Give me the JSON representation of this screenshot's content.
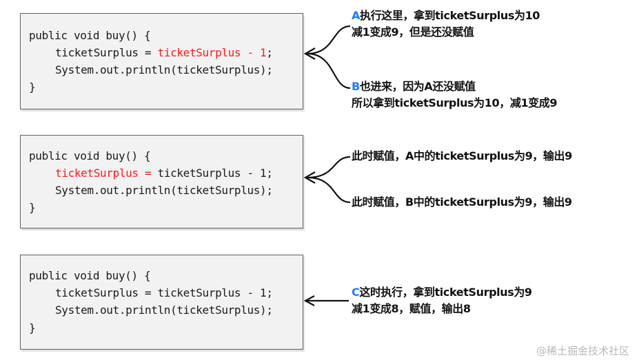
{
  "box1": {
    "line1": "public void buy() {",
    "line2_a": "ticketSurplus = ",
    "line2_b": "ticketSurplus - 1",
    "line2_c": ";",
    "line3": "System.out.println(ticketSurplus);",
    "line4": "}"
  },
  "box2": {
    "line1": "public void buy() {",
    "line2_a": "ticketSurplus = ",
    "line2_b": "ticketSurplus - 1;",
    "line3": "System.out.println(ticketSurplus);",
    "line4": "}"
  },
  "box3": {
    "line1": "public void buy() {",
    "line2": "ticketSurplus = ticketSurplus - 1;",
    "line3": "System.out.println(ticketSurplus);",
    "line4": "}"
  },
  "notes": {
    "a_label": "A",
    "a_line1": "执行这里，拿到ticketSurplus为10",
    "a_line2": "减1变成9，但是还没赋值",
    "b_label": "B",
    "b_line1": "也进来，因为A还没赋值",
    "b_line2": "所以拿到ticketSurplus为10，减1变成9",
    "assign_a": "此时赋值，A中的ticketSurplus为9，输出9",
    "assign_b": "此时赋值，B中的ticketSurplus为9，输出9",
    "c_label": "C",
    "c_line1": "这时执行，拿到ticketSurplus为9",
    "c_line2": "减1变成8，赋值，输出8"
  },
  "watermark": "@稀土掘金技术社区",
  "colors": {
    "highlight": "#ff1a1a",
    "label": "#1e7bff",
    "box_bg": "#f2f2f2"
  }
}
